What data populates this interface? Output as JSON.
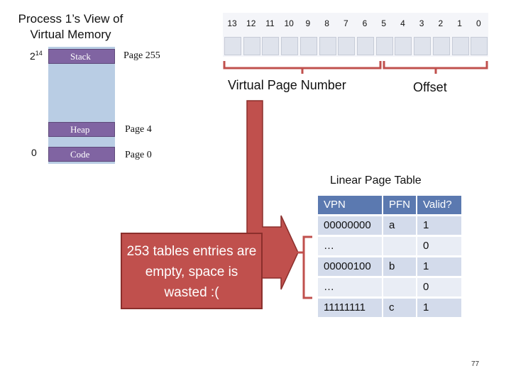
{
  "title": {
    "line1": "Process 1’s View of",
    "line2": "Virtual Memory"
  },
  "memory": {
    "top_exponent_base": "2",
    "top_exponent_power": "14",
    "bottom_label": "0",
    "segments": [
      {
        "label": "Stack",
        "page": "Page 255"
      },
      {
        "label": "Heap",
        "page": "Page 4"
      },
      {
        "label": "Code",
        "page": "Page 0"
      }
    ]
  },
  "address": {
    "bit_numbers": [
      "13",
      "12",
      "11",
      "10",
      "9",
      "8",
      "7",
      "6",
      "5",
      "4",
      "3",
      "2",
      "1",
      "0"
    ],
    "vpn_label": "Virtual Page Number",
    "offset_label": "Offset"
  },
  "page_table": {
    "title": "Linear Page Table",
    "headers": [
      "VPN",
      "PFN",
      "Valid?"
    ],
    "rows": [
      {
        "vpn": "00000000",
        "pfn": "a",
        "valid": "1"
      },
      {
        "vpn": "…",
        "pfn": "",
        "valid": "0"
      },
      {
        "vpn": "00000100",
        "pfn": "b",
        "valid": "1"
      },
      {
        "vpn": "…",
        "pfn": "",
        "valid": "0"
      },
      {
        "vpn": "11111111",
        "pfn": "c",
        "valid": "1"
      }
    ]
  },
  "callout": {
    "text": "253 tables entries are empty, space is wasted :("
  },
  "page_number": "77",
  "colors": {
    "memory_column": "#b9cde4",
    "segment": "#8064a2",
    "table_header": "#5b79b0",
    "table_row_a": "#d3dbeb",
    "table_row_b": "#e9edf5",
    "callout_fill": "#c0504d",
    "callout_border": "#8b2f2c",
    "brace": "#c0504d"
  }
}
